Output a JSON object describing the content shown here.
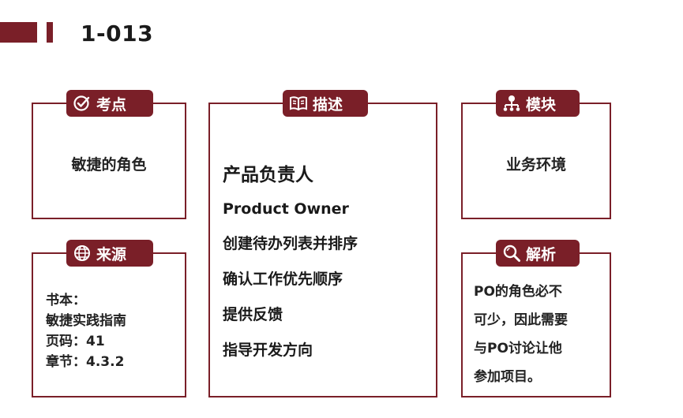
{
  "header": {
    "code": "1-013"
  },
  "cards": {
    "kaodian": {
      "label": "考点",
      "icon": "check-circle-icon",
      "content": "敏捷的角色"
    },
    "miaoshu": {
      "label": "描述",
      "icon": "open-book-icon",
      "title": "产品负责人",
      "lines": [
        "Product Owner",
        "创建待办列表并排序",
        "确认工作优先顺序",
        "提供反馈",
        "指导开发方向"
      ]
    },
    "mokuai": {
      "label": "模块",
      "icon": "org-chart-icon",
      "content": "业务环境"
    },
    "laiyuan": {
      "label": "来源",
      "icon": "globe-icon",
      "lines": [
        "书本：",
        "敏捷实践指南",
        "页码：41",
        "章节：4.3.2"
      ]
    },
    "jiexi": {
      "label": "解析",
      "icon": "magnifier-icon",
      "lines": [
        "PO的角色必不",
        "可少，因此需要",
        "与PO讨论让他",
        "参加项目。"
      ]
    }
  },
  "colors": {
    "accent": "#7a1f28",
    "text": "#222222",
    "background": "#ffffff"
  }
}
